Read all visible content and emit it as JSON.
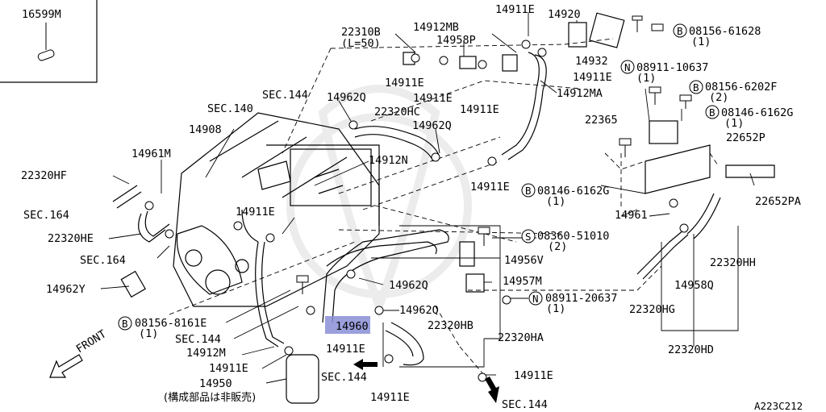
{
  "inset_box": {
    "label": "16599M"
  },
  "part_labels": {
    "p22310B": "22310B",
    "p22310B_len": "(L=50)",
    "p14912MB": "14912MB",
    "p14958P": "14958P",
    "p14911E_top1": "14911E",
    "p14920": "14920",
    "p14932": "14932",
    "b08156_61628": "08156-61628",
    "b08156_61628_qty": "(1)",
    "n08911_10637": "08911-10637",
    "n08911_10637_qty": "(1)",
    "p14911E_a": "14911E",
    "p14911E_b": "14911E",
    "p14911E_c": "14911E",
    "p14911E_d": "14911E",
    "p14912MA": "14912MA",
    "b08156_6202F": "08156-6202F",
    "b08156_6202F_qty": "(2)",
    "b08146_6162G_top": "08146-6162G",
    "b08146_6162G_top_qty": "(1)",
    "p22365": "22365",
    "p22652P": "22652P",
    "p22652PA": "22652PA",
    "b08146_6162G_mid": "08146-6162G",
    "b08146_6162G_mid_qty": "(1)",
    "p14961": "14961",
    "p14911E_e": "14911E",
    "sec140": "SEC.140",
    "sec144_top": "SEC.144",
    "p14962Q_top": "14962Q",
    "p22320HC": "22320HC",
    "p14962Q_right": "14962Q",
    "p14908": "14908",
    "p14912N": "14912N",
    "p14961M": "14961M",
    "p22320HF": "22320HF",
    "sec164_left": "SEC.164",
    "p14911E_f": "14911E",
    "p22320HE": "22320HE",
    "sec164_mid": "SEC.164",
    "s08360_51010": "08360-51010",
    "s08360_51010_qty": "(2)",
    "p14956V": "14956V",
    "p14957M": "14957M",
    "p14962Q_mid": "14962Q",
    "p14962Y": "14962Y",
    "n08911_20637": "08911-20637",
    "n08911_20637_qty": "(1)",
    "p14962Q_low": "14962Q",
    "p22320HH": "22320HH",
    "p14958Q": "14958Q",
    "p22320HG": "22320HG",
    "b08156_8161E": "08156-8161E",
    "b08156_8161E_qty": "(1)",
    "p14960": "14960",
    "p22320HB": "22320HB",
    "p22320HA": "22320HA",
    "sec144_low": "SEC.144",
    "p14911E_g": "14911E",
    "p14912M": "14912M",
    "p22320HD": "22320HD",
    "p14911E_h": "14911E",
    "sec144_mid": "SEC.144",
    "p14911E_i": "14911E",
    "p14950": "14950",
    "p14950_note": "(構成部品は非販売)",
    "p14911E_j": "14911E",
    "sec144_bottom": "SEC.144",
    "front": "FRONT",
    "diagram_code": "A223C212"
  },
  "prefix_symbols": {
    "bolt": "B",
    "nut": "N",
    "screw": "S"
  },
  "highlight_color": "#8a8fd6"
}
